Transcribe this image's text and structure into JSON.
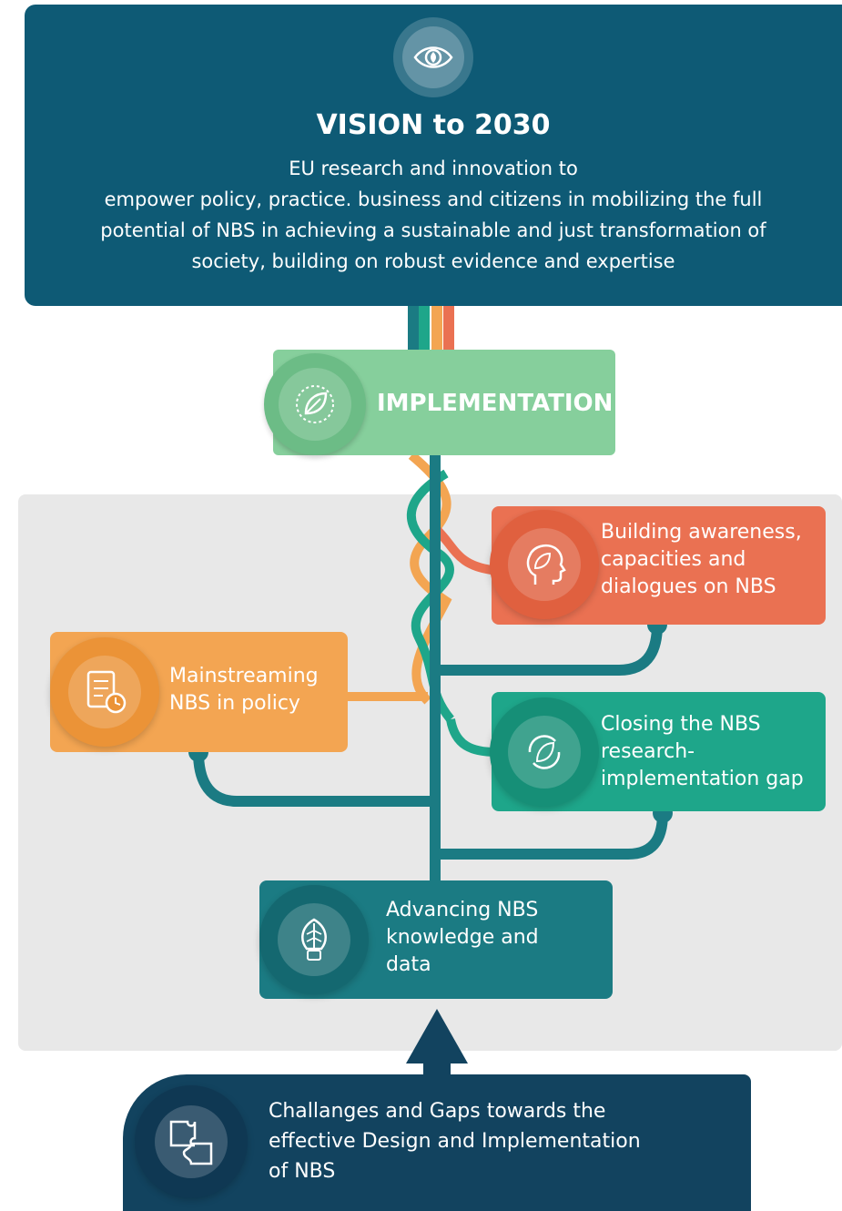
{
  "vision": {
    "title": "VISION to 2030",
    "line1": "EU research and innovation to",
    "line2": "empower policy, practice. business and citizens in mobilizing the full",
    "line3": "potential of NBS in achieving a sustainable and just transformation of",
    "line4": "society, building on robust evidence and expertise",
    "icon": "eye-leaf-icon"
  },
  "implementation": {
    "label": "IMPLEMENTATION",
    "icon": "leaf-badge-icon"
  },
  "pillars": {
    "awareness": {
      "line1": "Building awareness,",
      "line2": "capacities and",
      "line3": "dialogues on NBS",
      "icon": "head-leaf-icon",
      "color": "#ea7152"
    },
    "policy": {
      "line1": "Mainstreaming",
      "line2": "NBS in policy",
      "icon": "checklist-clock-icon",
      "color": "#f3a552"
    },
    "closing": {
      "line1": "Closing the NBS",
      "line2": "research-",
      "line3": "implementation gap",
      "icon": "cycle-leaf-icon",
      "color": "#1ea68a"
    },
    "advancing": {
      "line1": "Advancing NBS",
      "line2": "knowledge and",
      "line3": "data",
      "icon": "bulb-leaf-icon",
      "color": "#1b7b83"
    }
  },
  "challenges": {
    "line1": "Challanges and Gaps towards the",
    "line2": "effective Design and Implementation",
    "line3": "of NBS",
    "icon": "puzzle-icon"
  },
  "colors": {
    "vision": "#0e5a75",
    "implementation": "#86cf9c",
    "challenges": "#12435f",
    "panel": "#e8e8e8"
  }
}
